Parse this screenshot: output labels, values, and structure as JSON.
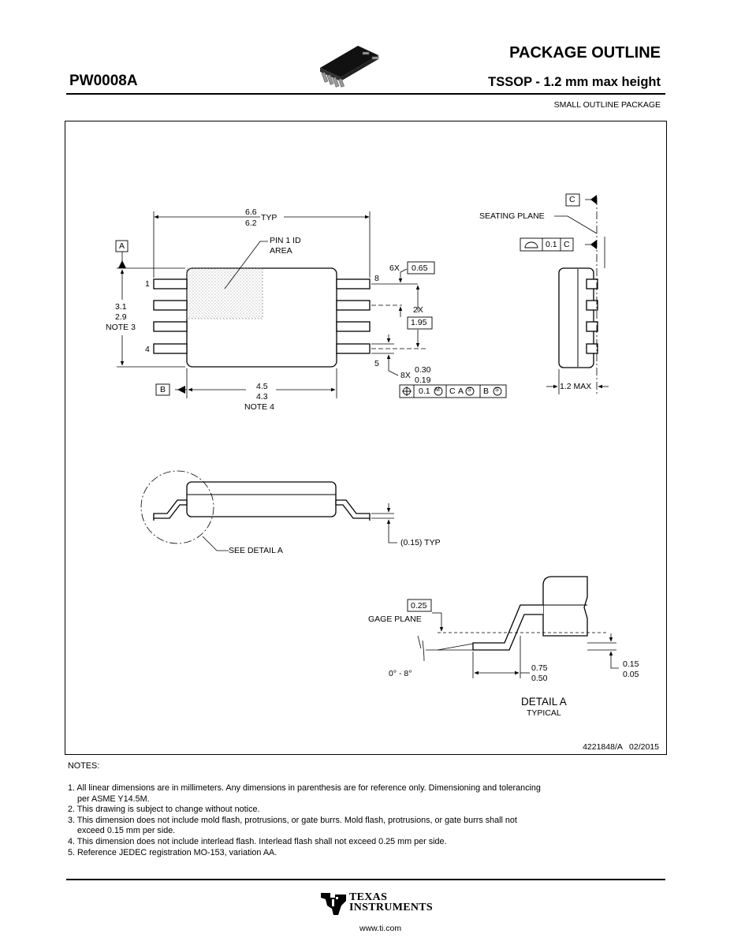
{
  "header": {
    "part_number": "PW0008A",
    "title": "PACKAGE OUTLINE",
    "subtitle": "TSSOP - 1.2 mm max height",
    "category": "SMALL OUTLINE PACKAGE"
  },
  "drawing": {
    "top_view": {
      "overall_width_max": "6.6",
      "overall_width_min": "6.2",
      "overall_width_suffix": "TYP",
      "pin1_label_line1": "PIN 1 ID",
      "pin1_label_line2": "AREA",
      "datum_a": "A",
      "datum_b": "B",
      "length_max": "3.1",
      "length_min": "2.9",
      "length_note": "NOTE 3",
      "body_width_max": "4.5",
      "body_width_min": "4.3",
      "body_width_note": "NOTE 4",
      "pin_labels": [
        "1",
        "4",
        "8",
        "5"
      ],
      "pitch_count": "6X",
      "pitch_value": "0.65",
      "span_count": "2X",
      "span_value": "1.95",
      "lead_count": "8X",
      "lead_width_max": "0.30",
      "lead_width_min": "0.19",
      "fcf_tolerance": "0.1",
      "fcf_datum_c": "C",
      "fcf_datum_a": "A",
      "fcf_datum_b": "B",
      "fcf_modifier": "M",
      "fcf_rfs": "S"
    },
    "side_view": {
      "datum_c": "C",
      "seating_plane": "SEATING PLANE",
      "flatness_value": "0.1",
      "flatness_datum": "C",
      "height": "1.2 MAX"
    },
    "front_view": {
      "see_detail": "SEE DETAIL A",
      "lead_thickness": "(0.15) TYP"
    },
    "detail": {
      "gage_value": "0.25",
      "gage_plane": "GAGE PLANE",
      "angle": "0° - 8°",
      "foot_max": "0.75",
      "foot_min": "0.50",
      "standoff_max": "0.15",
      "standoff_min": "0.05",
      "title": "DETAIL A",
      "subtitle": "TYPICAL"
    },
    "drawing_number": "4221848/A   02/2015"
  },
  "notes": {
    "heading": "NOTES:",
    "items": [
      "1. All linear dimensions are in millimeters. Any dimensions in parenthesis are for reference only. Dimensioning and tolerancing",
      "per ASME Y14.5M.",
      "2. This drawing is subject to change without notice.",
      "3. This dimension does not include mold flash, protrusions, or gate burrs. Mold flash, protrusions, or gate burrs shall not",
      "exceed 0.15 mm per side.",
      "4. This dimension does not include interlead flash. Interlead flash shall not exceed 0.25 mm per side.",
      "5. Reference JEDEC registration MO-153, variation AA."
    ]
  },
  "footer": {
    "logo_line1": "TEXAS",
    "logo_line2": "INSTRUMENTS",
    "url": "www.ti.com"
  }
}
